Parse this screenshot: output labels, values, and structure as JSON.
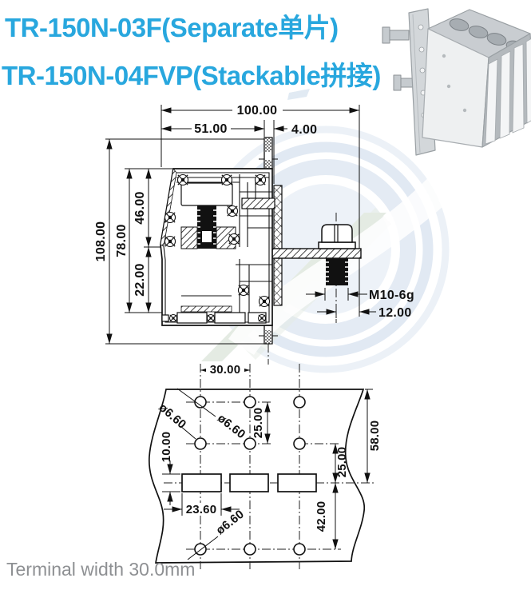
{
  "header": {
    "line1": "TR-150N-03F(Separate单片)",
    "line2": "TR-150N-04FVP(Stackable拼接)"
  },
  "footer": {
    "note": "Terminal width 30.0mm"
  },
  "colors": {
    "title_cyan": "#28a7de",
    "ink": "#111111",
    "note_gray": "#8e9093",
    "watermark_blue": "#c9d8ea",
    "watermark_green": "#cfdccd",
    "render_gray": "#d3d7da"
  },
  "section_view": {
    "dims": {
      "total_width": "100.00",
      "left_width": "51.00",
      "plate_thickness": "4.00",
      "total_height": "108.00",
      "body_height": "78.00",
      "upper_height": "46.00",
      "lower_height": "22.00",
      "thread_spec": "M10-6g",
      "stud_length": "12.00"
    }
  },
  "plan_view": {
    "dims": {
      "hole_pitch_x": "30.00",
      "hole_pitch_y": "25.00",
      "row_to_slot": "25.00",
      "top_to_slot": "58.00",
      "slot_height": "10.00",
      "slot_width": "23.60",
      "slot_to_bottom_row": "42.00",
      "hole_diameter": "ø6.60"
    }
  }
}
